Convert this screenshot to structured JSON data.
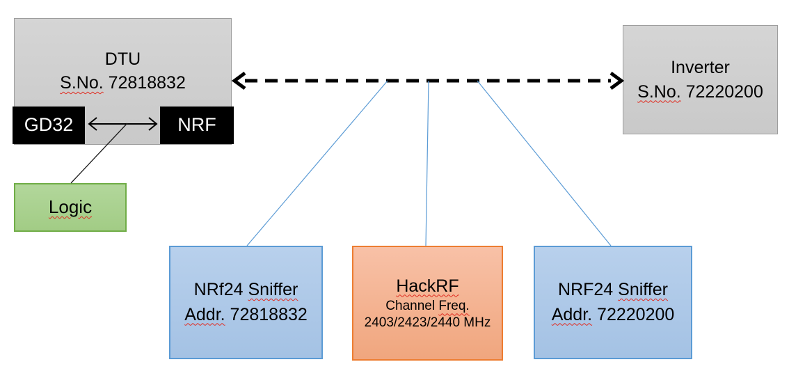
{
  "colors": {
    "gray_fill": "#cfcfcf",
    "gray_border": "#9d9d9d",
    "black_chip": "#000000",
    "chip_text": "#ffffff",
    "green_fill": "#a9d18e",
    "green_border": "#70ad47",
    "blue_fill": "#aec9e8",
    "blue_border": "#5b9bd5",
    "orange_fill": "#f5b493",
    "orange_border": "#ed7d31",
    "connector_blue": "#5b9bd5",
    "arrow_black": "#000000",
    "spellcheck_red": "#e02b20"
  },
  "dtu": {
    "title": "DTU",
    "serial_label": "S.No.",
    "serial": "72818832"
  },
  "gd32": {
    "label": "GD32"
  },
  "nrf": {
    "label": "NRF"
  },
  "logic": {
    "label": "Logic"
  },
  "inverter": {
    "title": "Inverter",
    "serial_label": "S.No.",
    "serial": "72220200"
  },
  "sniffer_left": {
    "name_prefix": "NRf24",
    "name_suffix": "Sniffer",
    "addr_label": "Addr.",
    "addr": "72818832"
  },
  "hackrf": {
    "title": "HackRF",
    "channel_word": "Channel",
    "freq_word": "Freq.",
    "frequencies": "2403/2423/2440 MHz"
  },
  "sniffer_right": {
    "name_prefix": "NRF24",
    "name_suffix": "Sniffer",
    "addr_label": "Addr.",
    "addr": "72220200"
  }
}
